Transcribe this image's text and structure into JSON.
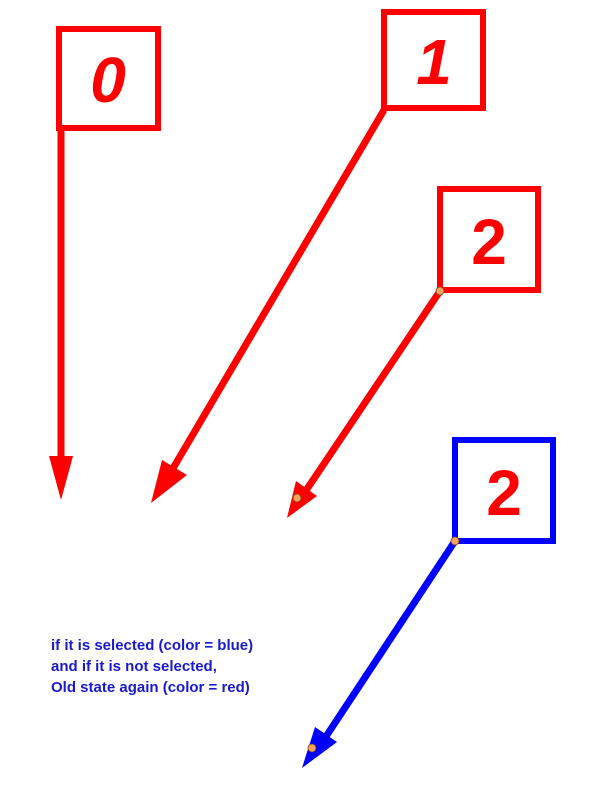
{
  "colors": {
    "unselected": "#ff0000",
    "selected": "#0000ff",
    "handle_dot": "#f4a460",
    "note_text": "#1a1acc",
    "background": "#ffffff"
  },
  "markers": [
    {
      "label": "0",
      "state": "unselected",
      "style": "italic"
    },
    {
      "label": "1",
      "state": "unselected",
      "style": "italic"
    },
    {
      "label": "2",
      "state": "unselected",
      "style": "normal"
    },
    {
      "label": "2",
      "state": "selected",
      "style": "normal"
    }
  ],
  "note": {
    "lines": [
      "if it is selected (color = blue)",
      "and if it is not selected,",
      "Old state again (color = red)"
    ]
  }
}
